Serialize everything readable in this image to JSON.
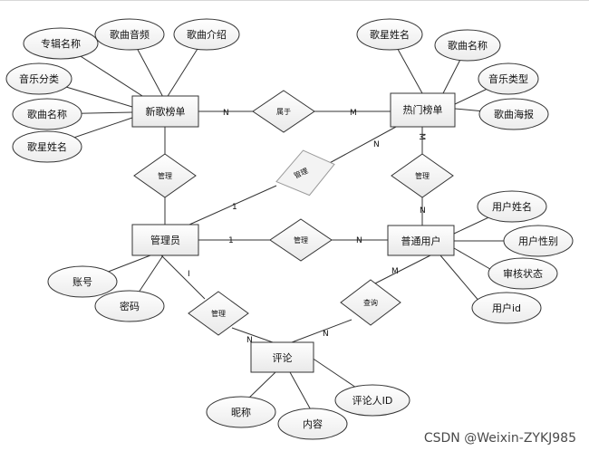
{
  "entities": {
    "new_chart": "新歌榜单",
    "hot_chart": "热门榜单",
    "admin": "管理员",
    "user": "普通用户",
    "comment": "评论"
  },
  "relations": {
    "belongs": "属于",
    "manage_new": "管理",
    "manage_hot_ghost": "管理",
    "manage_hot": "管理",
    "manage_user": "管理",
    "manage_comment": "管理",
    "query": "查询"
  },
  "attributes": {
    "new_chart": [
      "专辑名称",
      "歌曲音频",
      "歌曲介绍",
      "音乐分类",
      "歌曲名称",
      "歌星姓名"
    ],
    "hot_chart": [
      "歌星姓名",
      "歌曲名称",
      "音乐类型",
      "歌曲海报"
    ],
    "admin": [
      "账号",
      "密码"
    ],
    "user": [
      "用户姓名",
      "用户性别",
      "审核状态",
      "用户id"
    ],
    "comment": [
      "昵称",
      "内容",
      "评论人ID"
    ]
  },
  "cardinalities": {
    "new_belongs": "N",
    "belongs_hot": "M",
    "hot_manage_top": "M",
    "hot_manage_bottom": "N",
    "admin_ghost": "1",
    "ghost_hot": "N",
    "admin_user": "1",
    "user_admin": "N",
    "admin_comment": "I",
    "comment_manage": "N",
    "comment_query": "N",
    "query_user": "M"
  },
  "watermark": "CSDN @Weixin-ZYKJ985"
}
